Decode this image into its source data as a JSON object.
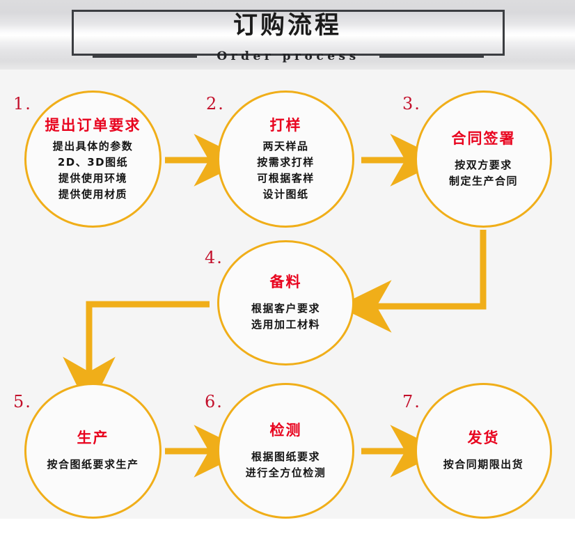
{
  "header": {
    "title_cn": "订购流程",
    "title_en": "Order process"
  },
  "theme": {
    "circle_stroke": "#F0AE19",
    "arrow_color": "#F0AE19",
    "title_red": "#E8031E",
    "number_red": "#C3102B",
    "body_black": "#141414",
    "band_border": "#3B3D41",
    "page_bg": "#F5F5F5"
  },
  "steps": [
    {
      "number": "1.",
      "title": "提出订单要求",
      "lines": [
        "提出具体的参数",
        "2D、3D图纸",
        "提供使用环境",
        "提供使用材质"
      ]
    },
    {
      "number": "2.",
      "title": "打样",
      "lines": [
        "两天样品",
        "按需求打样",
        "可根据客样",
        "设计图纸"
      ]
    },
    {
      "number": "3.",
      "title": "合同签署",
      "lines": [
        "按双方要求",
        "制定生产合同"
      ]
    },
    {
      "number": "4.",
      "title": "备料",
      "lines": [
        "根据客户要求",
        "选用加工材料"
      ]
    },
    {
      "number": "5.",
      "title": "生产",
      "lines": [
        "按合图纸要求生产"
      ]
    },
    {
      "number": "6.",
      "title": "检测",
      "lines": [
        "根据图纸要求",
        "进行全方位检测"
      ]
    },
    {
      "number": "7.",
      "title": "发货",
      "lines": [
        "按合同期限出货"
      ]
    }
  ],
  "connectors": [
    {
      "name": "arrow-step1-to-step2",
      "kind": "straight-right"
    },
    {
      "name": "arrow-step2-to-step3",
      "kind": "straight-right"
    },
    {
      "name": "arrow-step3-to-step4",
      "kind": "elbow-down-left"
    },
    {
      "name": "arrow-step4-to-step5",
      "kind": "elbow-left-down"
    },
    {
      "name": "arrow-step5-to-step6",
      "kind": "straight-right"
    },
    {
      "name": "arrow-step6-to-step7",
      "kind": "straight-right"
    }
  ]
}
